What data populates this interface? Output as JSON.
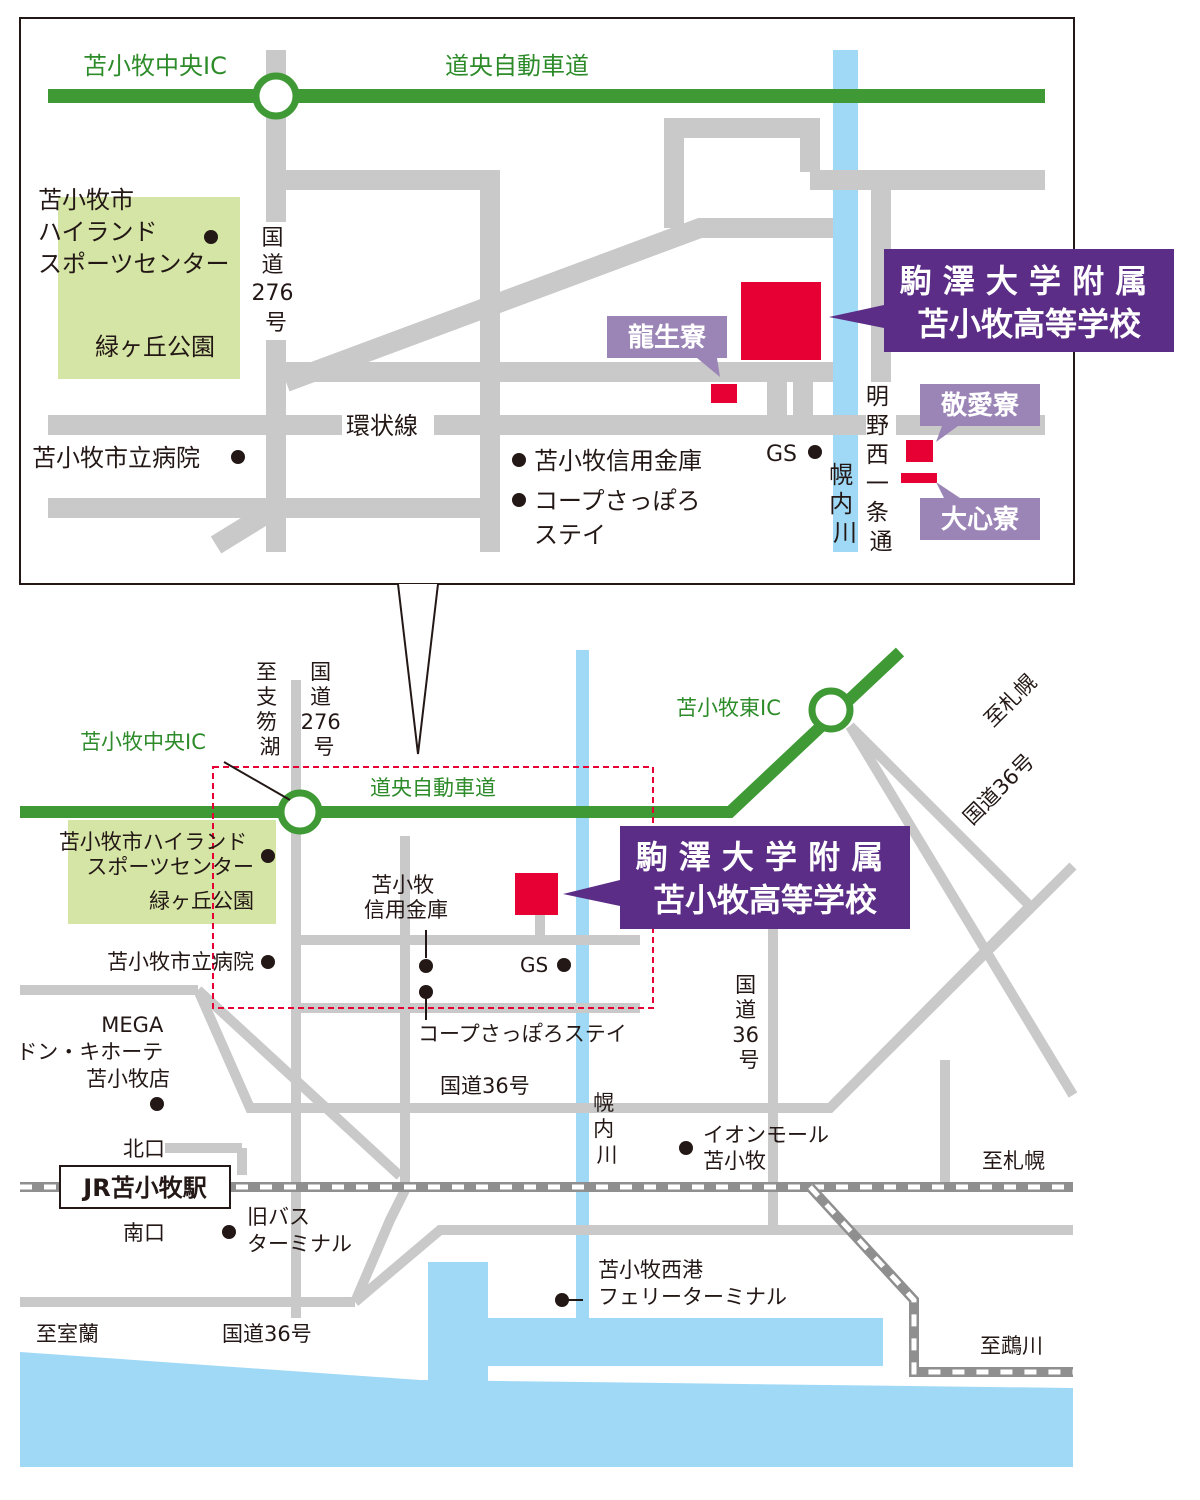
{
  "inset": {
    "expressway": "道央自動車道",
    "ic_chuo": "苫小牧中央IC",
    "route276": [
      "国",
      "道",
      "276",
      "号"
    ],
    "kanjosen": "環状線",
    "highland": [
      "苫小牧市",
      "ハイランド",
      "スポーツセンター"
    ],
    "park": "緑ヶ丘公園",
    "hospital": "苫小牧市立病院",
    "shinkin": "苫小牧信用金庫",
    "coop": [
      "コープさっぽろ",
      "ステイ"
    ],
    "gs": "GS",
    "horonai": [
      "幌",
      "内",
      "川"
    ],
    "meino": [
      "明",
      "野",
      "西",
      "一",
      "条",
      "通"
    ],
    "school": [
      "駒 澤 大 学 附 属",
      "苫小牧高等学校"
    ],
    "ryusei": "龍生寮",
    "keiai": "敬愛寮",
    "daishin": "大心寮"
  },
  "main": {
    "ic_chuo": "苫小牧中央IC",
    "ic_higashi": "苫小牧東IC",
    "expressway": "道央自動車道",
    "to_shikotsu": [
      "至",
      "支",
      "笏",
      "湖"
    ],
    "route276": [
      "国",
      "道",
      "276",
      "号"
    ],
    "to_sapporo_diag": "至札幌",
    "route36_diag": "国道36号",
    "highland": [
      "苫小牧市ハイランド",
      "スポーツセンター"
    ],
    "park": "緑ヶ丘公園",
    "hospital": "苫小牧市立病院",
    "shinkin": [
      "苫小牧",
      "信用金庫"
    ],
    "gs": "GS",
    "coop": "コープさっぽろステイ",
    "mega": [
      "MEGA",
      "ドン・キホーテ",
      "苫小牧店"
    ],
    "route36_h": "国道36号",
    "route36_v": [
      "国",
      "道",
      "36",
      "号"
    ],
    "horonai": [
      "幌",
      "内",
      "川"
    ],
    "aeon": [
      "イオンモール",
      "苫小牧"
    ],
    "kitaguchi": "北口",
    "station": "JR苫小牧駅",
    "minamiguchi": "南口",
    "old_bus": [
      "旧バス",
      "ターミナル"
    ],
    "to_sapporo": "至札幌",
    "ferry": [
      "苫小牧西港",
      "フェリーターミナル"
    ],
    "to_muroran": "至室蘭",
    "route36_bottom": "国道36号",
    "to_mukawa": "至鵡川",
    "school": [
      "駒 澤 大 学 附 属",
      "苫小牧高等学校"
    ]
  },
  "colors": {
    "road": "#c9c9c9",
    "expressway": "#3f9a35",
    "river": "#9fd9f6",
    "sea": "#9fd9f6",
    "park": "#d5e5a6",
    "school": "#e60033",
    "school_label": "#5b2d86",
    "dorm_label": "#9b84b6",
    "railway": "#8f8f8f"
  }
}
